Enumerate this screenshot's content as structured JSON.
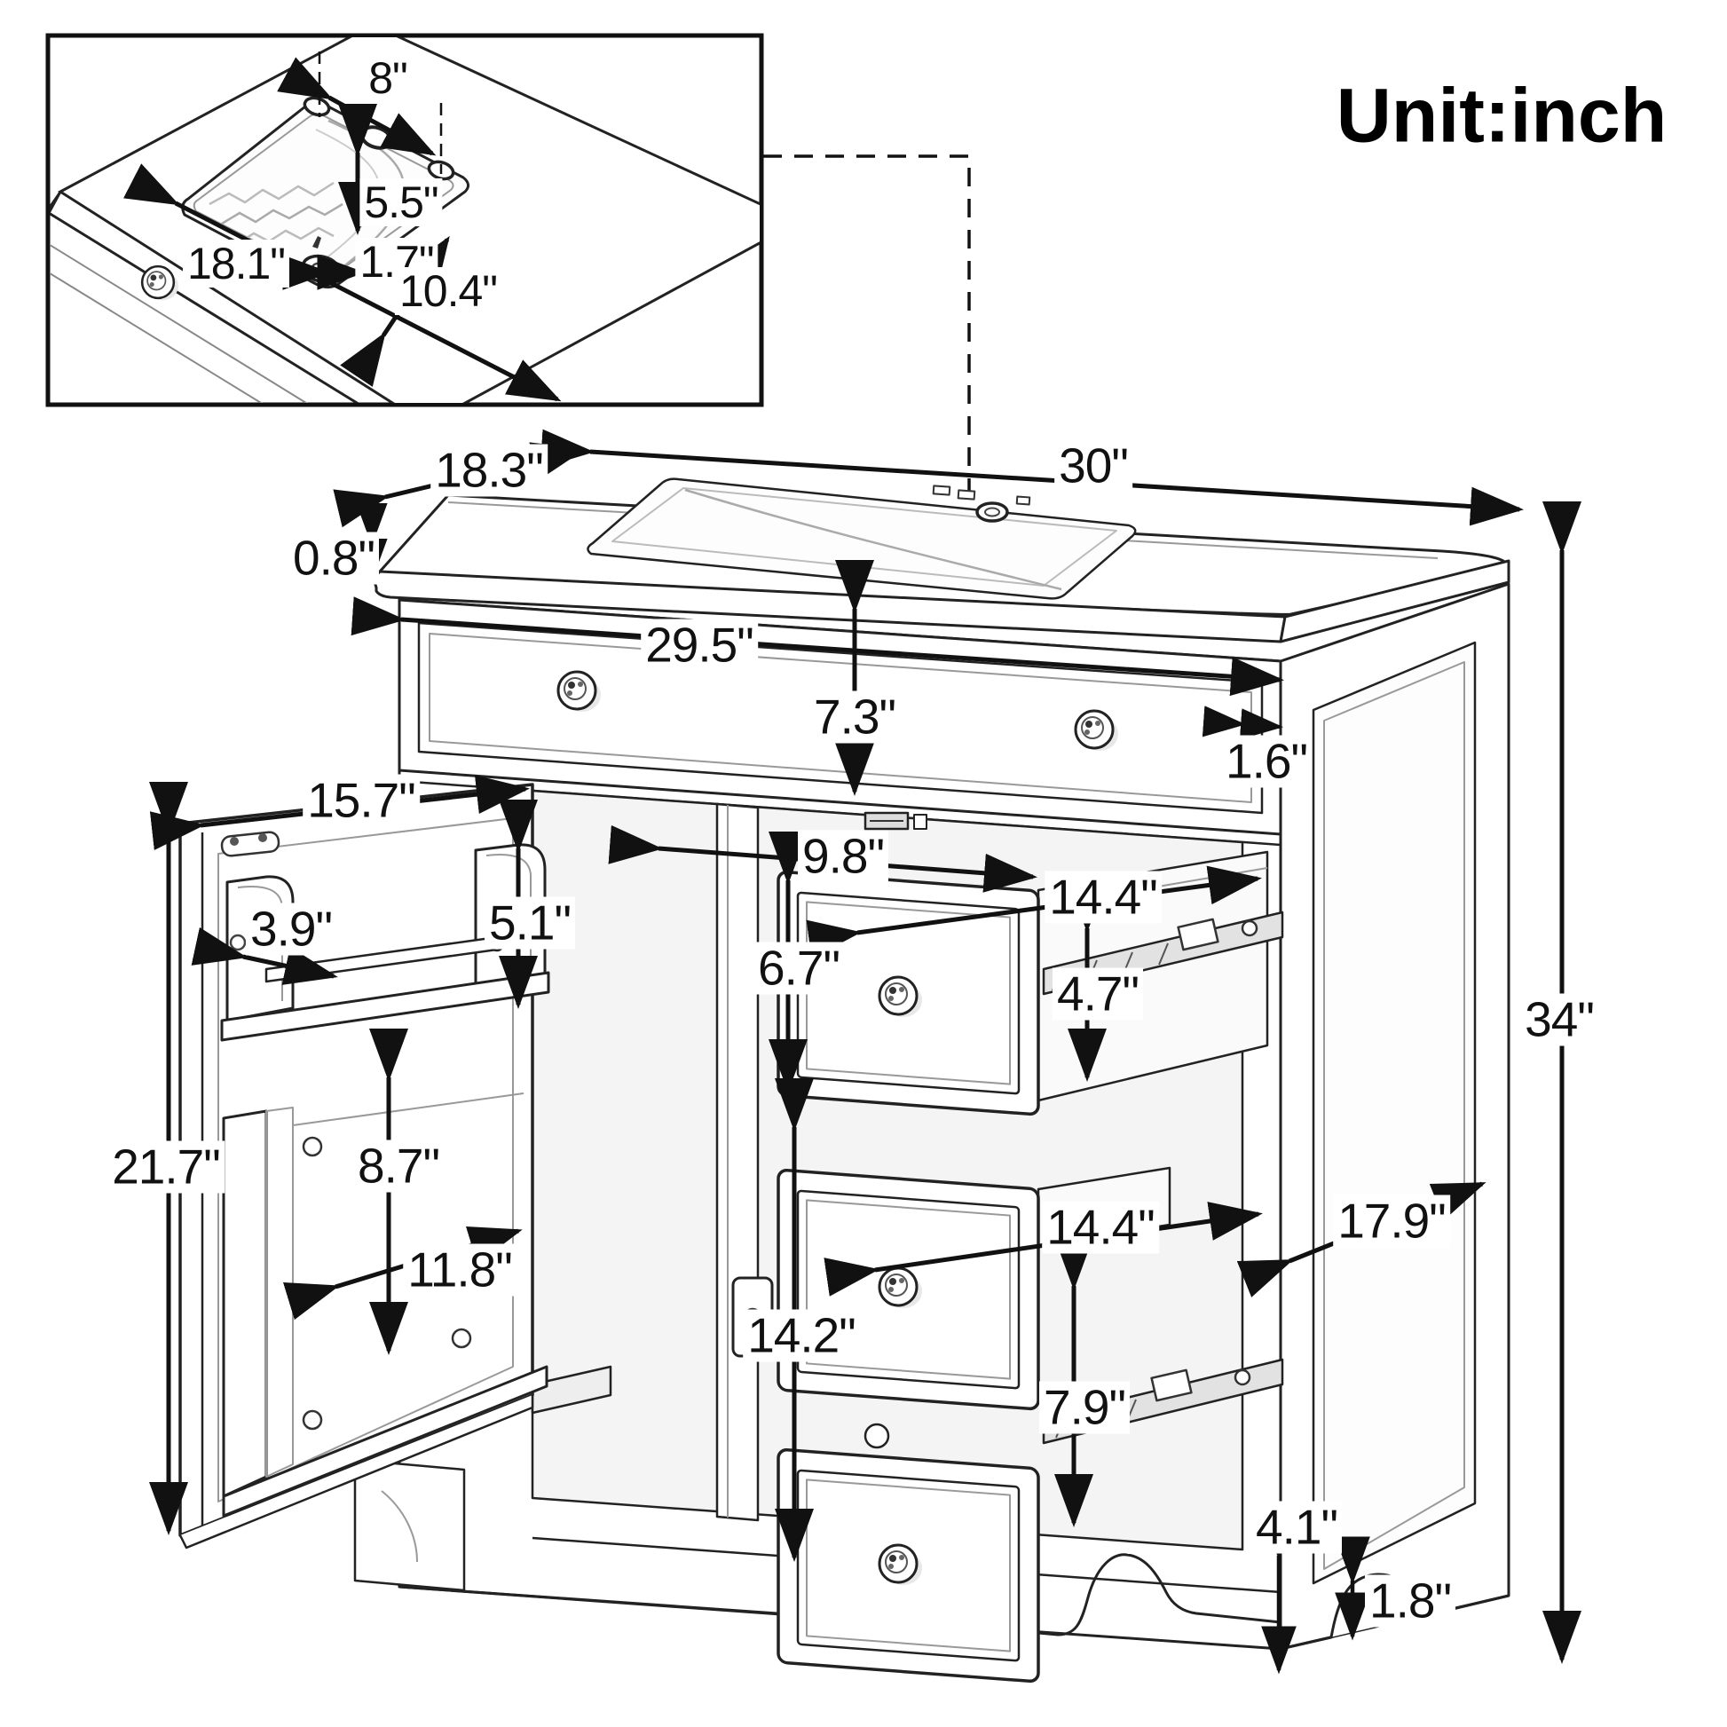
{
  "title": "Unit:inch",
  "inset": {
    "name": "sink-top-view",
    "dims": {
      "faucet_hole_spacing": "8\"",
      "bowl_depth": "5.5\"",
      "bowl_width": "18.1\"",
      "drain_size": "1.7\"",
      "bowl_front_edge": "10.4\""
    }
  },
  "main": {
    "name": "vanity-cabinet-front-view",
    "dims": {
      "counter_depth": "18.3\"",
      "counter_width": "30\"",
      "counter_thickness": "0.8\"",
      "cabinet_width": "29.5\"",
      "top_drawer_height": "7.3\"",
      "stile_width": "1.6\"",
      "door_width": "15.7\"",
      "door_rack_height": "5.1\"",
      "door_rack_depth": "3.9\"",
      "drawer_front_width": "9.8\"",
      "drawer_depth_top": "14.4\"",
      "drawer_front_height": "6.7\"",
      "drawer_box_height": "4.7\"",
      "door_height": "21.7\"",
      "lower_rack_height": "8.7\"",
      "lower_rack_width": "11.8\"",
      "lower_opening_height": "14.2\"",
      "drawer_depth_bottom": "14.4\"",
      "bottom_drawer_height": "7.9\"",
      "side_depth": "17.9\"",
      "total_height": "34\"",
      "base_height": "4.1\"",
      "arch_height": "1.8\""
    }
  },
  "colors": {
    "line": "#1c1c1c",
    "secondary_line": "#9a9a9a",
    "paper": "#ffffff"
  }
}
